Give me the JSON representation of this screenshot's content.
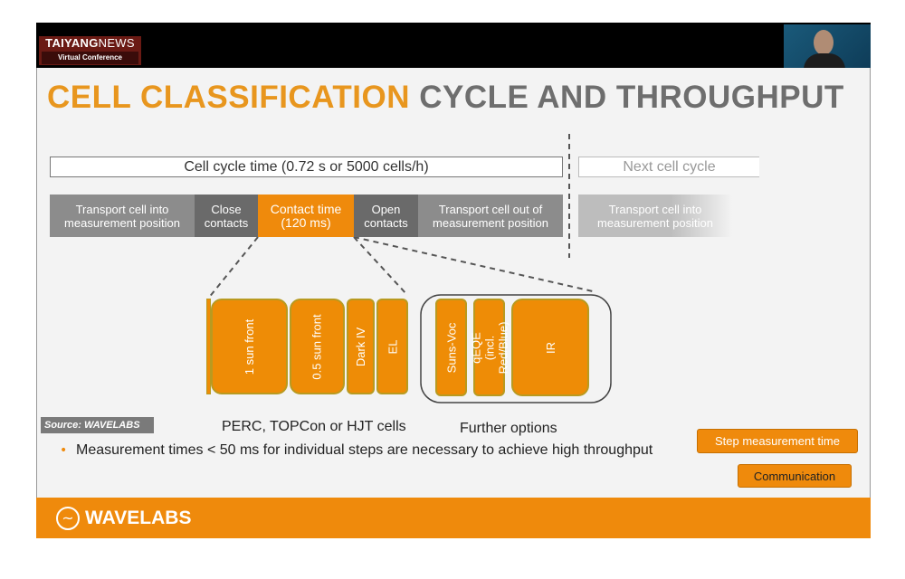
{
  "header": {
    "brand_bold": "TAIYANG",
    "brand_light": "NEWS",
    "subtitle": "Virtual Conference"
  },
  "slide": {
    "title_highlight": "CELL CLASSIFICATION",
    "title_rest": "CYCLE AND THROUGHPUT",
    "cycle_label": "Cell cycle time (0.72 s or 5000 cells/h)",
    "next_cycle_label": "Next cell cycle",
    "steps": [
      {
        "label": "Transport cell into measurement position"
      },
      {
        "label": "Close contacts"
      },
      {
        "label": "Contact time (120 ms)"
      },
      {
        "label": "Open contacts"
      },
      {
        "label": "Transport cell out of measurement position"
      }
    ],
    "next_step": "Transport cell into measurement position",
    "measurements": [
      "1 sun front",
      "0.5 sun front",
      "Dark IV",
      "EL"
    ],
    "options": [
      "Suns-Voc",
      "qEQE (incl. Red/Blue)",
      "IR"
    ],
    "measurements_caption": "PERC, TOPCon or HJT cells",
    "options_caption": "Further options",
    "source": "Source: WAVELABS",
    "bullet": "Measurement times < 50 ms for individual steps are necessary to achieve high throughput",
    "buttons": {
      "step_time": "Step measurement time",
      "communication": "Communication"
    },
    "footer_logo": "WAVELABS"
  },
  "colors": {
    "accent": "#ef8a0c",
    "gray": "#6e6e6e"
  }
}
